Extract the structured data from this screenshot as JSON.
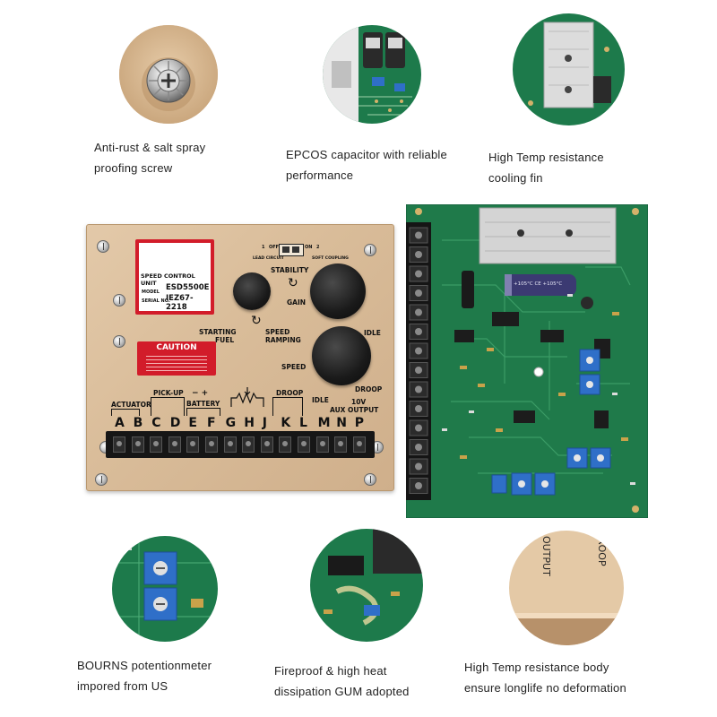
{
  "captions": {
    "screw": [
      "Anti-rust & salt spray",
      "proofing screw"
    ],
    "capacitor": [
      "EPCOS capacitor with reliable",
      "performance"
    ],
    "cooling": [
      "High Temp resistance",
      "cooling fin"
    ],
    "potentiometer": [
      "BOURNS potentionmeter",
      "impored from US"
    ],
    "gum": [
      "Fireproof & high heat",
      "dissipation GUM adopted"
    ],
    "body": [
      "High Temp resistance body",
      "ensure longlife no deformation"
    ]
  },
  "unit": {
    "label_title": "SPEED CONTROL UNIT",
    "model_key": "MODEL",
    "model": "ESD5500E",
    "serial_key": "SERIAL NO.",
    "serial": "IEZ67-2218",
    "caution": "CAUTION",
    "switch_labels": [
      "1",
      "OFF",
      "ON",
      "2",
      "LEAD CIRCUIT",
      "SOFT COUPLING"
    ],
    "stability": "STABILITY",
    "gain": "GAIN",
    "starting_fuel": [
      "STARTING",
      "FUEL"
    ],
    "speed_ramping": [
      "SPEED",
      "RAMPING"
    ],
    "idle": "IDLE",
    "speed": "SPEED",
    "droop": "DROOP",
    "actuator": "ACTUATOR",
    "pickup": "PICK-UP",
    "battery": "BATTERY",
    "battery_signs": "−  +",
    "droop2": "DROOP",
    "idle2": "IDLE",
    "aux": "AUX",
    "output": [
      "10V",
      "OUTPUT"
    ],
    "terminals": [
      "A",
      "B",
      "C",
      "D",
      "E",
      "F",
      "G",
      "H",
      "J",
      "K",
      "L",
      "M",
      "N",
      "P"
    ]
  },
  "pcb": {
    "cap_text": "+105°C CE +105°C"
  },
  "closeup": {
    "body_text": [
      "OUTPUT",
      "ROOP"
    ]
  },
  "colors": {
    "pcb_green": "#1f7a4a",
    "panel_tan": "#d9bc99",
    "label_red": "#d21c2a",
    "pot_blue": "#2f6fc8"
  }
}
